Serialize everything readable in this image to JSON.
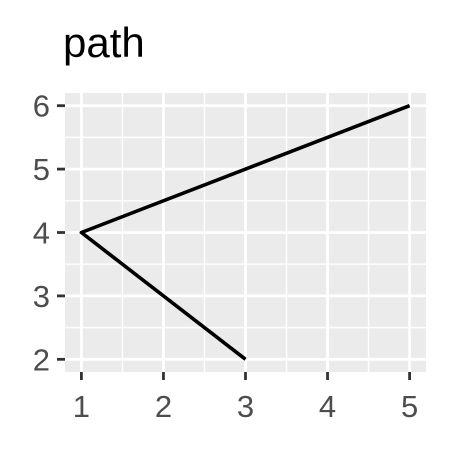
{
  "chart_data": {
    "type": "line",
    "title": "path",
    "xlabel": "",
    "ylabel": "",
    "x": [
      3,
      1,
      5
    ],
    "y": [
      2,
      4,
      6
    ],
    "xlim": [
      0.8,
      5.2
    ],
    "ylim": [
      1.8,
      6.2
    ],
    "x_ticks": [
      1,
      2,
      3,
      4,
      5
    ],
    "y_ticks": [
      2,
      3,
      4,
      5,
      6
    ],
    "grid": true,
    "panel_color": "#ebebeb",
    "grid_color": "#ffffff",
    "line_color": "#000000",
    "tick_label_color": "#4d4d4d"
  }
}
